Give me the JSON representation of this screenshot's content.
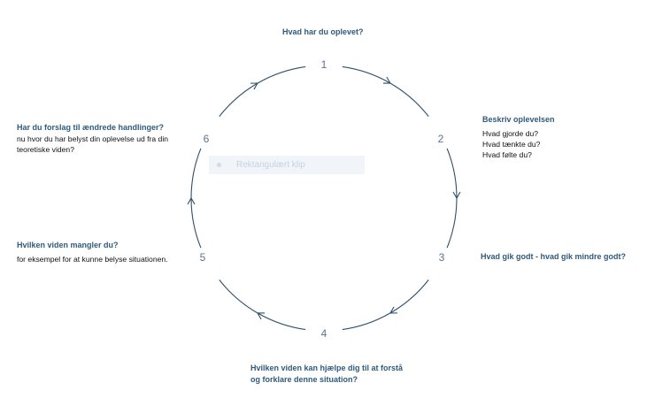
{
  "nodes": [
    {
      "number": "1",
      "heading": "Hvad har du oplevet?",
      "lines": []
    },
    {
      "number": "2",
      "heading": "Beskriv oplevelsen",
      "lines": [
        "Hvad gjorde du?",
        "Hvad tænkte du?",
        "Hvad følte du?"
      ]
    },
    {
      "number": "3",
      "heading": "Hvad gik godt - hvad gik mindre godt?",
      "lines": []
    },
    {
      "number": "4",
      "heading_lines": [
        "Hvilken viden kan hjælpe dig til at forstå",
        "og forklare denne situation?"
      ],
      "lines": []
    },
    {
      "number": "5",
      "heading": "Hvilken viden mangler du?",
      "lines": [
        "for eksempel for at kunne belyse situationen."
      ]
    },
    {
      "number": "6",
      "heading": "Har du forslag til ændrede handlinger?",
      "lines": [
        "nu hvor du har belyst din oplevelse ud fra din",
        "teoretiske viden?"
      ]
    }
  ],
  "clip": {
    "label": "Rektangulært klip"
  },
  "colors": {
    "arc": "#2e4f6b",
    "heading": "#2f5a7e",
    "number": "#5a7590"
  }
}
